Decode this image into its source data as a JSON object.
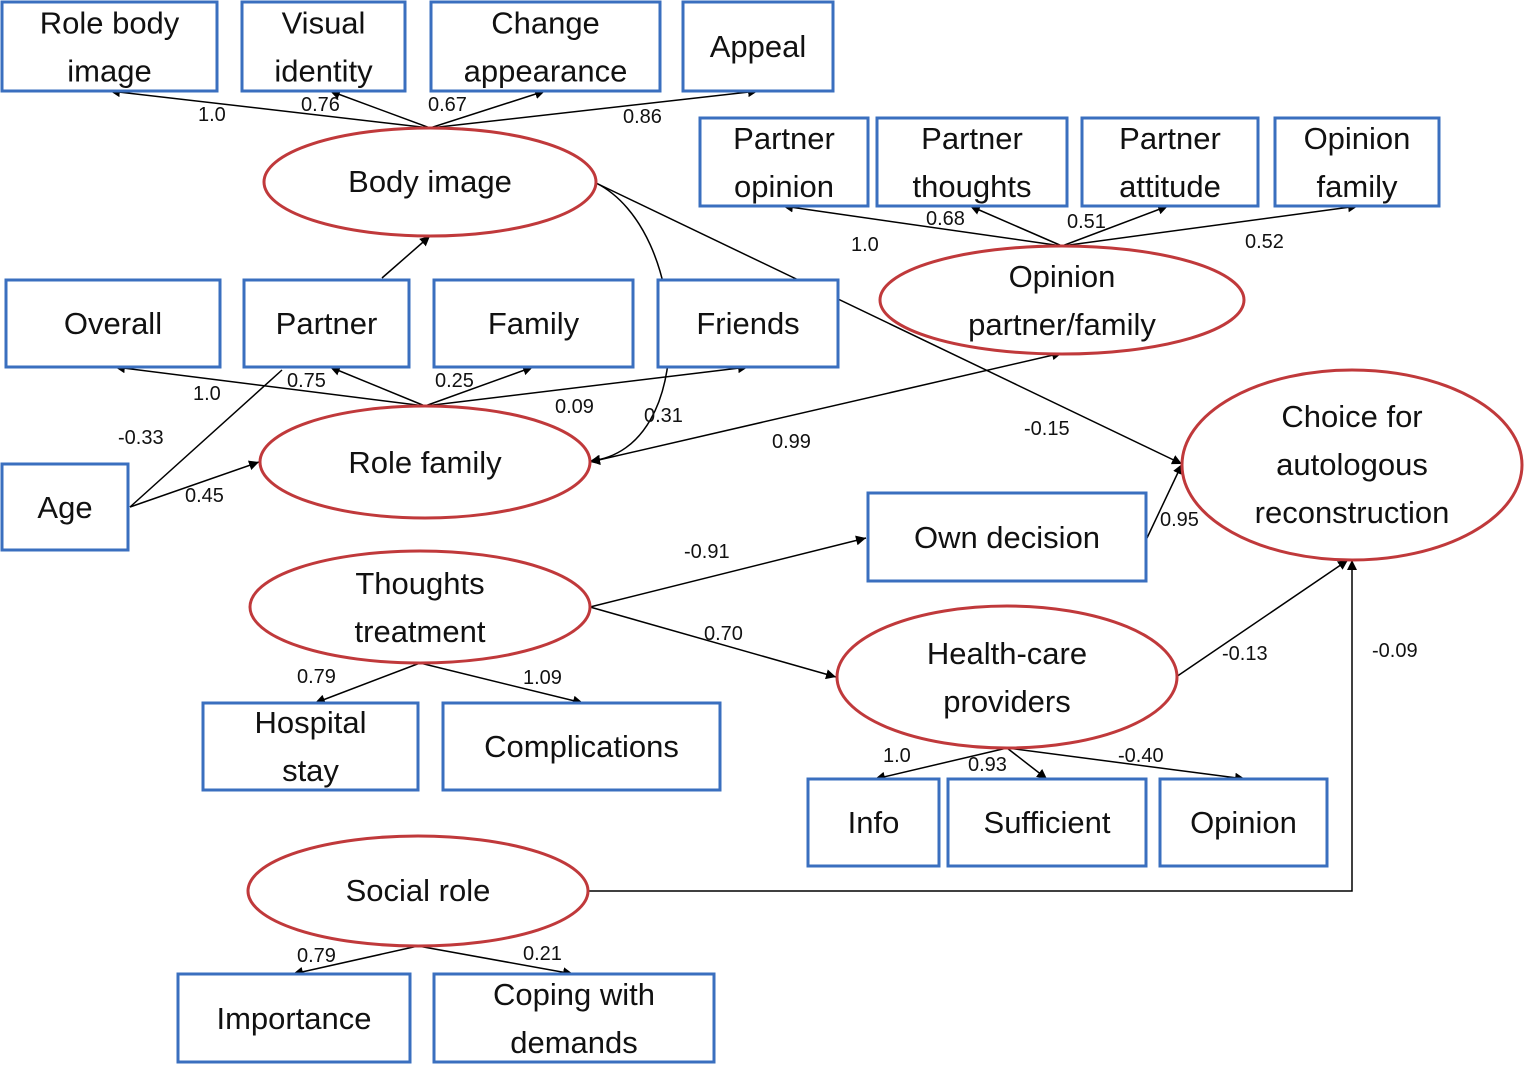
{
  "colors": {
    "box_border": "#3a6fbf",
    "latent_border": "#c0393b",
    "arrow": "#000000"
  },
  "observed": {
    "role_body_image": [
      "Role body",
      "image"
    ],
    "visual_identity": [
      "Visual",
      "identity"
    ],
    "change_appearance": [
      "Change",
      "appearance"
    ],
    "appeal": [
      "Appeal"
    ],
    "partner_opinion": [
      "Partner",
      "opinion"
    ],
    "partner_thoughts": [
      "Partner",
      "thoughts"
    ],
    "partner_attitude": [
      "Partner",
      "attitude"
    ],
    "opinion_family": [
      "Opinion",
      "family"
    ],
    "overall": [
      "Overall"
    ],
    "partner": [
      "Partner"
    ],
    "family": [
      "Family"
    ],
    "friends": [
      "Friends"
    ],
    "age": [
      "Age"
    ],
    "own_decision": [
      "Own decision"
    ],
    "hospital_stay": [
      "Hospital",
      "stay"
    ],
    "complications": [
      "Complications"
    ],
    "info": [
      "Info"
    ],
    "sufficient": [
      "Sufficient"
    ],
    "opinion": [
      "Opinion"
    ],
    "importance": [
      "Importance"
    ],
    "coping_with_demands": [
      "Coping with",
      "demands"
    ]
  },
  "latent": {
    "body_image": [
      "Body image"
    ],
    "opinion_partner_family": [
      "Opinion",
      "partner/family"
    ],
    "role_family": [
      "Role family"
    ],
    "choice": [
      "Choice for",
      "autologous",
      "reconstruction"
    ],
    "thoughts_treatment": [
      "Thoughts",
      "treatment"
    ],
    "health_care_providers": [
      "Health-care",
      "providers"
    ],
    "social_role": [
      "Social role"
    ]
  },
  "coefficients": {
    "bi_role_body_image": "1.0",
    "bi_visual_identity": "0.76",
    "bi_change_appearance": "0.67",
    "bi_appeal": "0.86",
    "opf_partner_opinion": "1.0",
    "opf_partner_thoughts": "0.68",
    "opf_partner_attitude": "0.51",
    "opf_opinion_family": "0.52",
    "rf_overall": "1.0",
    "rf_partner": "0.75",
    "rf_family": "0.25",
    "rf_friends": "0.09",
    "bi_rf": "0.31",
    "rf_opf": "0.99",
    "bi_choice": "-0.15",
    "age_partner": "-0.33",
    "age_rf": "0.45",
    "tt_own_decision": "-0.91",
    "own_decision_choice": "0.95",
    "tt_hcp": "0.70",
    "tt_hospital_stay": "0.79",
    "tt_complications": "1.09",
    "hcp_choice": "-0.13",
    "sr_choice": "-0.09",
    "hcp_info": "1.0",
    "hcp_sufficient": "0.93",
    "hcp_opinion": "-0.40",
    "sr_importance": "0.79",
    "sr_coping": "0.21"
  }
}
